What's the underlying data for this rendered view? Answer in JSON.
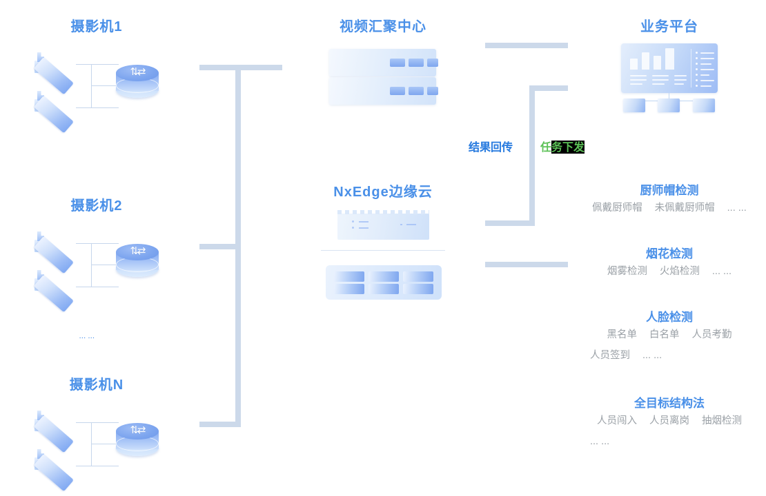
{
  "diagram": {
    "title_color": "#4a90e8",
    "muted_color": "#9aa0a6",
    "connector_color": "#ccd9ea",
    "task_flow_color": "#5cc157"
  },
  "cameras": [
    {
      "label": "摄影机1"
    },
    {
      "label": "摄影机2"
    },
    {
      "label": "摄影机N"
    }
  ],
  "video_center": {
    "title": "视频汇聚中心"
  },
  "edge_cloud": {
    "title": "NxEdge边缘云"
  },
  "business_platform": {
    "title": "业务平台"
  },
  "flows": {
    "result_return": "结果回传",
    "task_dispatch": "任务下发",
    "task_dispatch_head": "任",
    "task_dispatch_tail": "务下发"
  },
  "stray_text": "... ...",
  "detections": [
    {
      "title": "厨师帽检测",
      "rows": [
        [
          "佩戴厨师帽",
          "未佩戴厨师帽",
          "... ..."
        ]
      ]
    },
    {
      "title": "烟花检测",
      "rows": [
        [
          "烟雾检测",
          "火焰检测",
          "... ..."
        ]
      ]
    },
    {
      "title": "人脸检测",
      "rows": [
        [
          "黑名单",
          "白名单",
          "人员考勤"
        ],
        [
          "人员签到",
          "... ..."
        ]
      ]
    },
    {
      "title": "全目标结构法",
      "rows": [
        [
          "人员闯入",
          "人员离岗",
          "抽烟检测"
        ],
        [
          "... ..."
        ]
      ]
    }
  ]
}
